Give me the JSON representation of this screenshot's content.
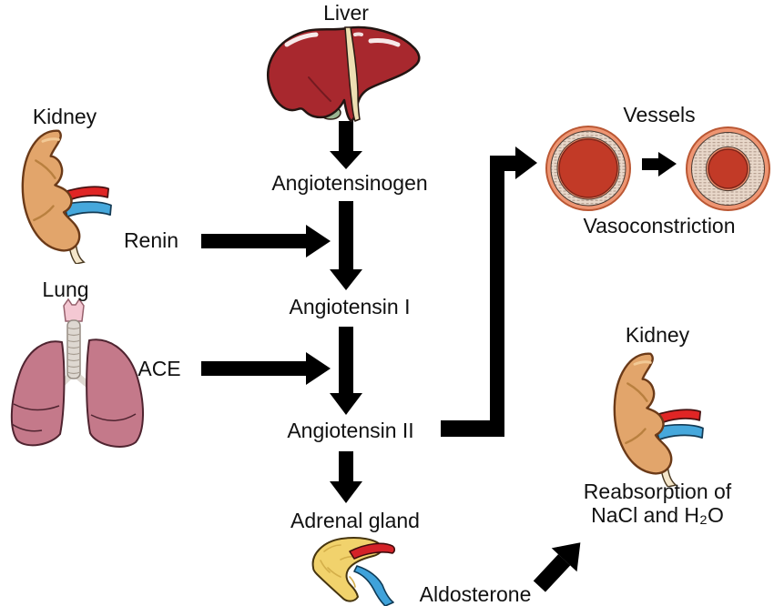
{
  "labels": {
    "liver": "Liver",
    "kidney_left": "Kidney",
    "renin": "Renin",
    "lung": "Lung",
    "ace": "ACE",
    "angiotensinogen": "Angiotensinogen",
    "angiotensin_i": "Angiotensin I",
    "angiotensin_ii": "Angiotensin II",
    "adrenal_gland": "Adrenal gland",
    "aldosterone": "Aldosterone",
    "vessels": "Vessels",
    "vasoconstriction": "Vasoconstriction",
    "kidney_right": "Kidney",
    "reabsorption_line1": "Reabsorption of",
    "reabsorption_line2": "NaCl and H₂O"
  },
  "relations": [
    {
      "from": "Liver",
      "to": "Angiotensinogen"
    },
    {
      "from": "Angiotensinogen",
      "to": "Angiotensin I",
      "enzyme": "Renin",
      "enzyme_source": "Kidney"
    },
    {
      "from": "Angiotensin I",
      "to": "Angiotensin II",
      "enzyme": "ACE",
      "enzyme_source": "Lung"
    },
    {
      "from": "Angiotensin II",
      "to": "Vessels",
      "effect": "Vasoconstriction"
    },
    {
      "from": "Angiotensin II",
      "to": "Adrenal gland"
    },
    {
      "from": "Aldosterone",
      "to": "Reabsorption of NaCl and H₂O",
      "target_organ": "Kidney"
    }
  ],
  "icons": [
    "liver-icon",
    "kidney-icon",
    "lung-icon",
    "adrenal-gland-icon",
    "vessel-cross-section-dilated-icon",
    "vessel-cross-section-constricted-icon",
    "arrow-icon"
  ],
  "colors": {
    "background": "#ffffff",
    "text": "#111111",
    "arrow": "#000000",
    "liver_red": "#A8282E",
    "ligament_cream": "#EEDFB2",
    "gallbladder_green": "#9BB592",
    "kidney_tan": "#E2A56B",
    "artery_red": "#E02525",
    "vein_blue": "#46A8DC",
    "ureter_cream": "#F4E6CA",
    "lung_pink": "#C4798A",
    "trachea_gray": "#DED8D1",
    "larynx_pink": "#F4C8D3",
    "adrenal_yellow": "#F1D26C",
    "vessel_wall_salmon": "#EE9572",
    "vessel_media_beige": "#E9D8CA",
    "vessel_lumen_red": "#C23A27"
  }
}
